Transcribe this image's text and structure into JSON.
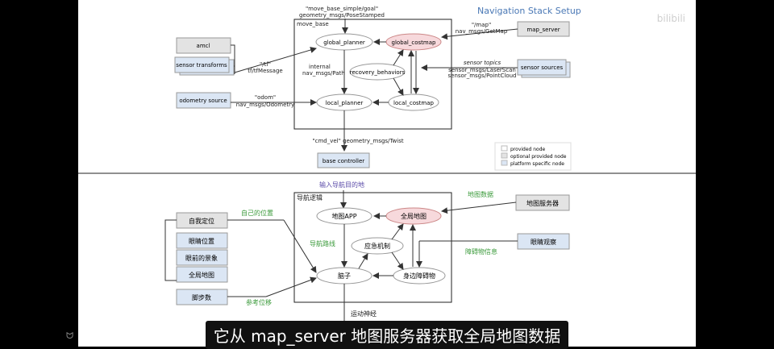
{
  "top": {
    "title": "Navigation Stack Setup",
    "container_label": "move_base",
    "nodes": {
      "global_planner": "global_planner",
      "global_costmap": "global_costmap",
      "recovery_behaviors": "recovery_behaviors",
      "local_planner": "local_planner",
      "local_costmap": "local_costmap",
      "amcl": "amcl",
      "sensor_transforms": "sensor transforms",
      "odometry_source": "odometry source",
      "map_server": "map_server",
      "sensor_sources": "sensor sources",
      "base_controller": "base controller"
    },
    "edge_labels": {
      "goal_1": "\"move_base_simple/goal\"",
      "goal_2": "geometry_msgs/PoseStamped",
      "map_1": "\"/map\"",
      "map_2": "nav_msgs/GetMap",
      "tf_1": "\"/tf\"",
      "tf_2": "tf/tfMessage",
      "internal_1": "internal",
      "internal_2": "nav_msgs/Path",
      "sensor_1": "sensor topics",
      "sensor_2": "sensor_msgs/LaserScan",
      "sensor_3": "sensor_msgs/PointCloud",
      "odom_1": "\"odom\"",
      "odom_2": "nav_msgs/Odometry",
      "cmd_vel": "\"cmd_vel\"  geometry_msgs/Twist"
    },
    "legend": [
      "provided node",
      "optional provided node",
      "platform specific node"
    ]
  },
  "bottom": {
    "goal": "输入导航目的地",
    "container_label": "导航逻辑",
    "nodes": {
      "map_app": "地图APP",
      "global_map": "全局地图",
      "emergency": "应急机制",
      "brain": "脑子",
      "obstacles": "身边障碍物",
      "self_loc": "自我定位",
      "eye_pos": "眼睛位置",
      "scene": "眼前的景象",
      "global_map_side": "全局地图",
      "steps": "脚步数",
      "map_service": "地图服务器",
      "eye_observe": "眼睛观察"
    },
    "edge_labels": {
      "own_pos": "自己的位置",
      "nav_route": "导航路线",
      "map_data": "地图数据",
      "obstacle_info": "障碍物信息",
      "ref_disp": "参考位移",
      "motor": "运动神经"
    }
  },
  "subtitle": "它从 map_server 地图服务器获取全局地图数据",
  "watermark": "bilibili",
  "colors": {
    "accent_title": "#4a78b5",
    "pink_node": "#f7d9dc",
    "blue_node": "#dbe6f4",
    "gray_node": "#e3e3e3",
    "green_label": "#3a9a3a",
    "purple_label": "#5a4aa8"
  }
}
